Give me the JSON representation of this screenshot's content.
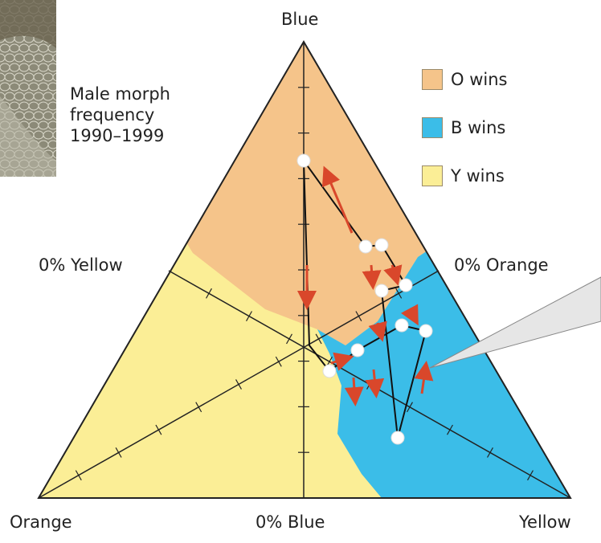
{
  "labels": {
    "top_vertex": "Blue",
    "bottom_left_vertex": "Orange",
    "bottom_right_vertex": "Yellow",
    "left_edge": "0% Yellow",
    "right_edge": "0% Orange",
    "bottom_edge": "0% Blue"
  },
  "caption": {
    "line1": "Male morph",
    "line2": "frequency",
    "line3": "1990–1999"
  },
  "legend": [
    {
      "label": "O wins",
      "color": "#f5c48a"
    },
    {
      "label": "B  wins",
      "color": "#3bbde8"
    },
    {
      "label": "Y  wins",
      "color": "#fbee96"
    }
  ],
  "colors": {
    "orange_region": "#f5c48a",
    "blue_region": "#3bbde8",
    "yellow_region": "#fbee96",
    "arrow": "#d9472b",
    "trajectory": "#111111",
    "callout": "#e6e6e6"
  },
  "photo": {
    "icon": "lizard-skin-photo"
  }
}
